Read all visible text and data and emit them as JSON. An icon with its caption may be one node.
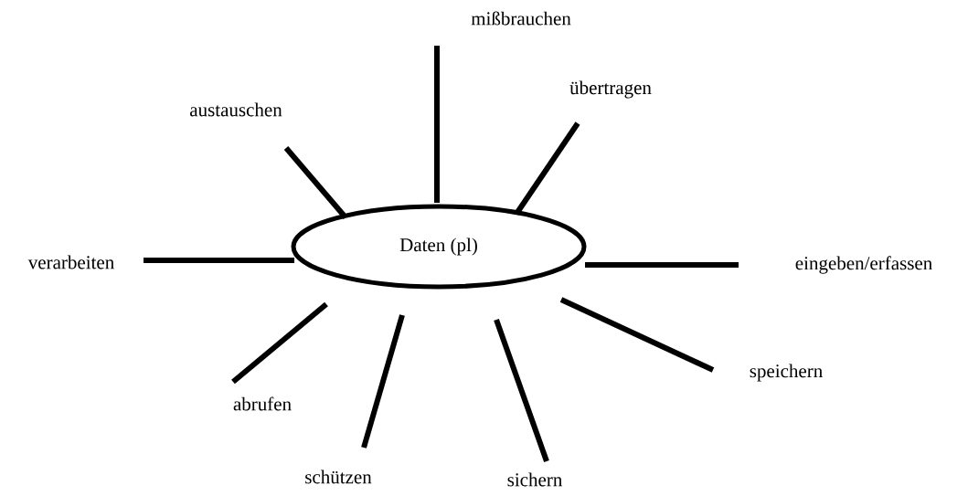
{
  "diagram": {
    "nodes": [
      {
        "text": [
          "Daten (pl)"
        ]
      },
      {
        "text": [
          "mißbrauchen"
        ]
      },
      {
        "text": [
          "übertragen"
        ]
      },
      {
        "text": [
          "austauschen"
        ]
      },
      {
        "text": [
          "verarbeiten"
        ]
      },
      {
        "text": [
          "eingeben/erfassen"
        ]
      },
      {
        "text": [
          "abrufen"
        ]
      },
      {
        "text": [
          "speichern"
        ]
      },
      {
        "text": [
          "schützen"
        ]
      },
      {
        "text": [
          "sichern"
        ]
      }
    ],
    "edges": [
      {
        "from": 0,
        "to": 1,
        "arrow": "none"
      },
      {
        "from": 0,
        "to": 2,
        "arrow": "none"
      },
      {
        "from": 0,
        "to": 3,
        "arrow": "none"
      },
      {
        "from": 0,
        "to": 4,
        "arrow": "none"
      },
      {
        "from": 0,
        "to": 5,
        "arrow": "none"
      },
      {
        "from": 0,
        "to": 6,
        "arrow": "none"
      },
      {
        "from": 0,
        "to": 7,
        "arrow": "none"
      },
      {
        "from": 0,
        "to": 8,
        "arrow": "none"
      },
      {
        "from": 0,
        "to": 9,
        "arrow": "none"
      }
    ]
  }
}
